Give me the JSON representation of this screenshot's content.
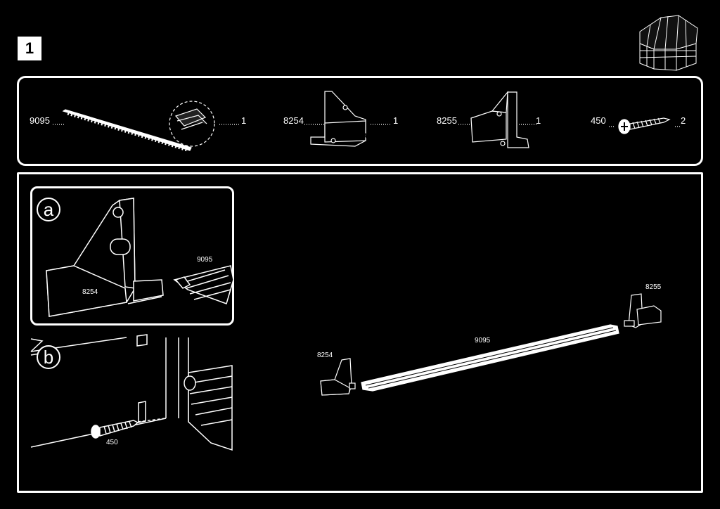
{
  "step": {
    "number": "1"
  },
  "parts": [
    {
      "code": "9095",
      "qty": "1"
    },
    {
      "code": "8254",
      "qty": "1"
    },
    {
      "code": "8255",
      "qty": "1"
    },
    {
      "code": "450",
      "qty": "2"
    }
  ],
  "detail_a": {
    "letter": "a",
    "part_upper": "9095",
    "part_main": "8254"
  },
  "detail_b": {
    "letter": "b",
    "screw": "450"
  },
  "assembly": {
    "left": "8254",
    "rail": "9095",
    "right": "8255"
  }
}
